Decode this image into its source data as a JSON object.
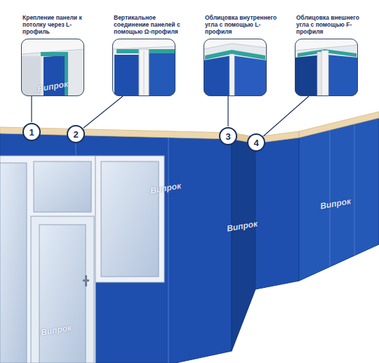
{
  "diagram": {
    "nodes": [
      {
        "text": [
          "Крепление панели к потолку через L-профиль"
        ]
      },
      {
        "text": [
          "Вертикальное соединение панелей с помощью Ω-профиля"
        ]
      },
      {
        "text": [
          "Облицовка внутреннего угла с помощью L-профиля"
        ]
      },
      {
        "text": [
          "Облицовка внешнего угла с помощью F-профиля"
        ]
      },
      {
        "text": [
          "1"
        ]
      },
      {
        "text": [
          "2"
        ]
      },
      {
        "text": [
          "3"
        ]
      },
      {
        "text": [
          "4"
        ]
      }
    ],
    "edges": [
      {
        "from": 0,
        "to": 4,
        "arrow": "none"
      },
      {
        "from": 1,
        "to": 5,
        "arrow": "none"
      },
      {
        "from": 2,
        "to": 6,
        "arrow": "none"
      },
      {
        "from": 3,
        "to": 7,
        "arrow": "none"
      }
    ],
    "labels": [
      "Випрок",
      "Випрок",
      "Випрок",
      "Випрок",
      "Випрок"
    ]
  }
}
